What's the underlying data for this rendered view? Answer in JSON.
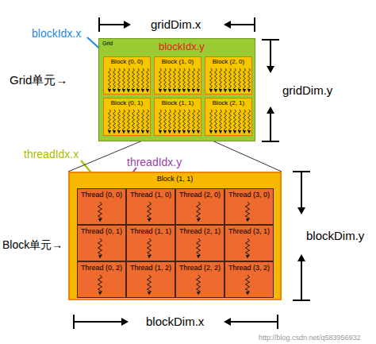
{
  "diagram": {
    "nodes": [
      {
        "text": [
          "Grid"
        ]
      },
      {
        "text": [
          "Block (0, 0)"
        ],
        "in": 0
      },
      {
        "text": [
          "Block (1, 0)"
        ],
        "in": 0
      },
      {
        "text": [
          "Block (2, 0)"
        ],
        "in": 0
      },
      {
        "text": [
          "Block (0, 1)"
        ],
        "in": 0
      },
      {
        "text": [
          "Block (1, 1)"
        ],
        "in": 0
      },
      {
        "text": [
          "Block (2, 1)"
        ],
        "in": 0
      },
      {
        "text": [
          "Block (1, 1)"
        ]
      },
      {
        "text": [
          "Thread (0, 0)"
        ],
        "in": 7
      },
      {
        "text": [
          "Thread (1, 0)"
        ],
        "in": 7
      },
      {
        "text": [
          "Thread (2, 0)"
        ],
        "in": 7
      },
      {
        "text": [
          "Thread (3, 0)"
        ],
        "in": 7
      },
      {
        "text": [
          "Thread (0, 1)"
        ],
        "in": 7
      },
      {
        "text": [
          "Thread (1, 1)"
        ],
        "in": 7
      },
      {
        "text": [
          "Thread (2, 1)"
        ],
        "in": 7
      },
      {
        "text": [
          "Thread (3, 1)"
        ],
        "in": 7
      },
      {
        "text": [
          "Thread (0, 2)"
        ],
        "in": 7
      },
      {
        "text": [
          "Thread (1, 2)"
        ],
        "in": 7
      },
      {
        "text": [
          "Thread (2, 2)"
        ],
        "in": 7
      },
      {
        "text": [
          "Thread (3, 2)"
        ],
        "in": 7
      }
    ],
    "edges": [
      {
        "from": 5,
        "to": 7,
        "arrow": "none"
      },
      {
        "from": 5,
        "to": 7,
        "arrow": "none"
      }
    ],
    "labels": [
      "gridDim.x",
      "blockIdx.x",
      "blockIdx.y",
      "Grid单元→",
      "gridDim.y",
      "threadIdx.x",
      "threadIdx.y",
      "Block单元→",
      "blockDim.y",
      "blockDim.x",
      "http://blog.csdn.net/q583956932"
    ]
  }
}
